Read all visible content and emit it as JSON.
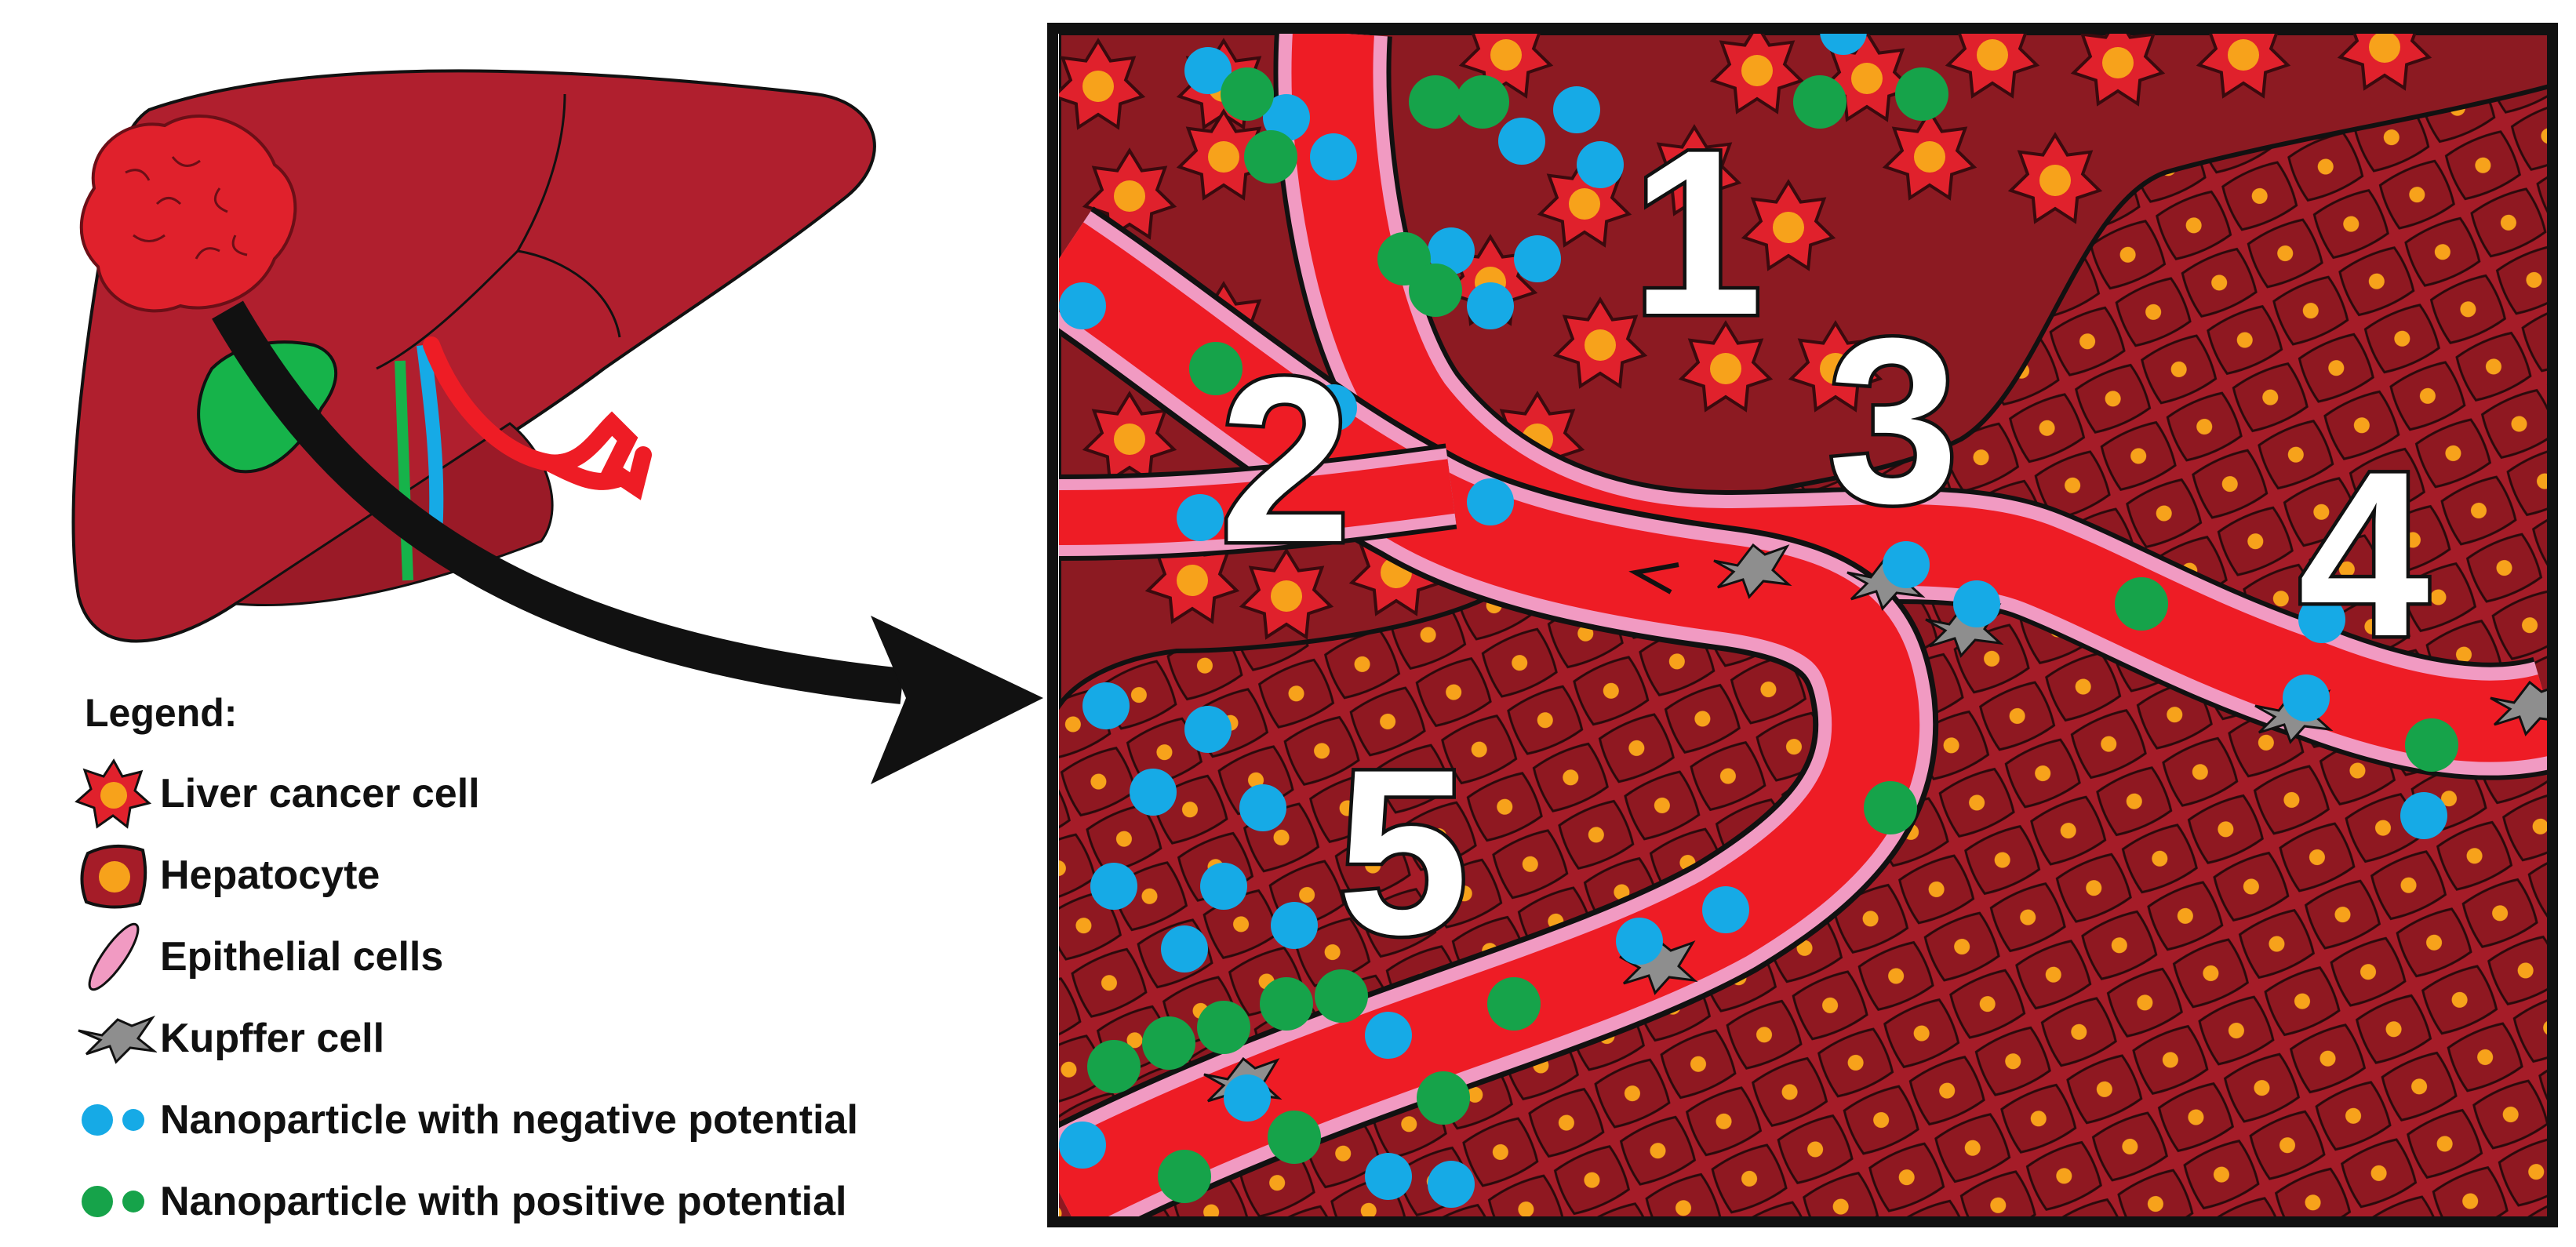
{
  "legend": {
    "title": "Legend:",
    "items": [
      {
        "label": "Liver cancer cell",
        "icon": "liver-cancer-cell-icon"
      },
      {
        "label": "Hepatocyte",
        "icon": "hepatocyte-icon"
      },
      {
        "label": "Epithelial cells",
        "icon": "epithelial-cell-icon"
      },
      {
        "label": "Kupffer cell",
        "icon": "kupffer-cell-icon"
      },
      {
        "label": "Nanoparticle with negative potential",
        "icon": "negative-nanoparticle-icon"
      },
      {
        "label": "Nanoparticle with positive potential",
        "icon": "positive-nanoparticle-icon"
      }
    ]
  },
  "regions": [
    "1",
    "2",
    "3",
    "4",
    "5"
  ],
  "colors": {
    "liver": "#b01f2e",
    "tissue": "#a51c28",
    "tumor_bg": "#8c1a22",
    "cancer_cell": "#e0212c",
    "nucleus": "#f7a21b",
    "vessel": "#ee1c25",
    "epithelial": "#f19ac2",
    "kupffer": "#8e8e8e",
    "negative_nanoparticle": "#16aae6",
    "positive_nanoparticle": "#16a34a",
    "gallbladder": "#16b34a",
    "outline": "#111111"
  }
}
